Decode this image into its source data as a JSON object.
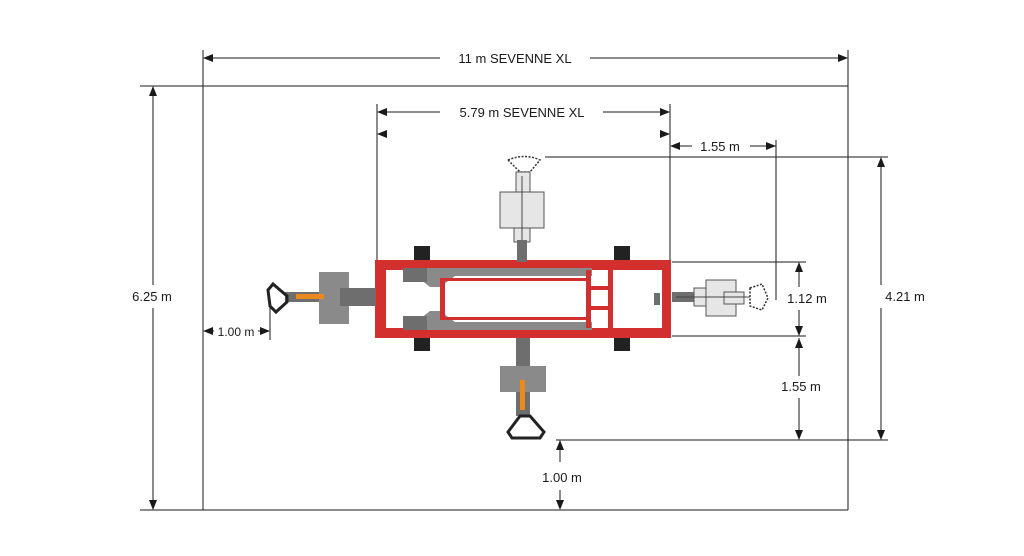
{
  "dimensions": {
    "overall_width": "11 m SEVENNE XL",
    "machine_length": "5.79 m SEVENNE XL",
    "right_offset": "1.55 m",
    "overall_height": "6.25 m",
    "right_height": "4.21 m",
    "machine_width": "1.12 m",
    "bottom_offset": "1.55 m",
    "left_clearance": "1.00 m",
    "bottom_clearance": "1.00 m"
  },
  "colors": {
    "frame": "#d32f2f",
    "outriggers": "#8a8a8a",
    "cylinders": "#e88a1f"
  }
}
